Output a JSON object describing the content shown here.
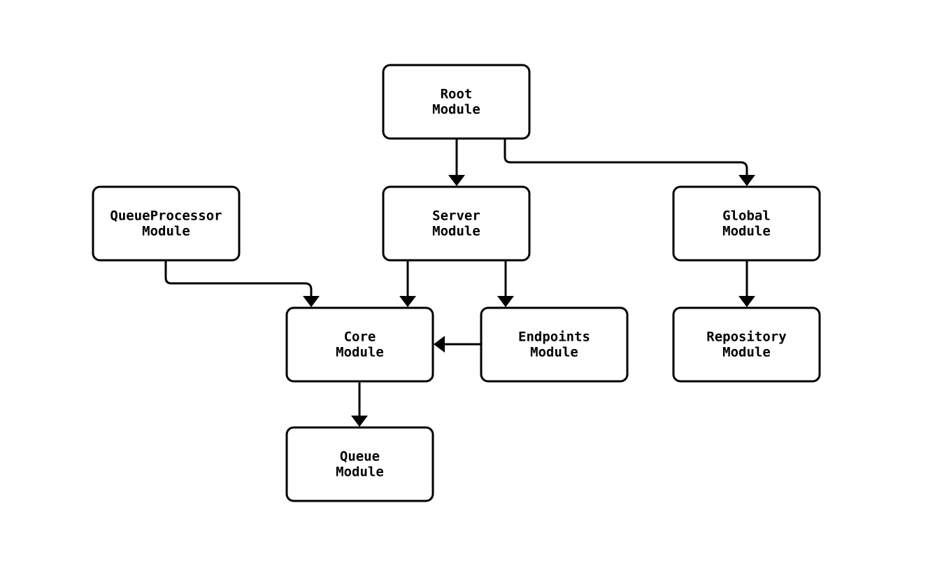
{
  "diagram": {
    "title": "module-dependency-diagram",
    "colors": {
      "background": "#ffffff",
      "node_fill": "#ffffff",
      "node_border": "#000000",
      "edge": "#000000",
      "text": "#000000"
    },
    "nodes": {
      "root": {
        "line1": "Root",
        "line2": "Module"
      },
      "queue_processor": {
        "line1": "QueueProcessor",
        "line2": "Module"
      },
      "server": {
        "line1": "Server",
        "line2": "Module"
      },
      "global": {
        "line1": "Global",
        "line2": "Module"
      },
      "core": {
        "line1": "Core",
        "line2": "Module"
      },
      "endpoints": {
        "line1": "Endpoints",
        "line2": "Module"
      },
      "repository": {
        "line1": "Repository",
        "line2": "Module"
      },
      "queue": {
        "line1": "Queue",
        "line2": "Module"
      }
    },
    "edges": [
      {
        "from": "Root Module",
        "to": "Server Module"
      },
      {
        "from": "Root Module",
        "to": "Global Module"
      },
      {
        "from": "QueueProcessor Module",
        "to": "Core Module"
      },
      {
        "from": "Server Module",
        "to": "Core Module"
      },
      {
        "from": "Server Module",
        "to": "Endpoints Module"
      },
      {
        "from": "Endpoints Module",
        "to": "Core Module"
      },
      {
        "from": "Global Module",
        "to": "Repository Module"
      },
      {
        "from": "Core Module",
        "to": "Queue Module"
      }
    ]
  }
}
